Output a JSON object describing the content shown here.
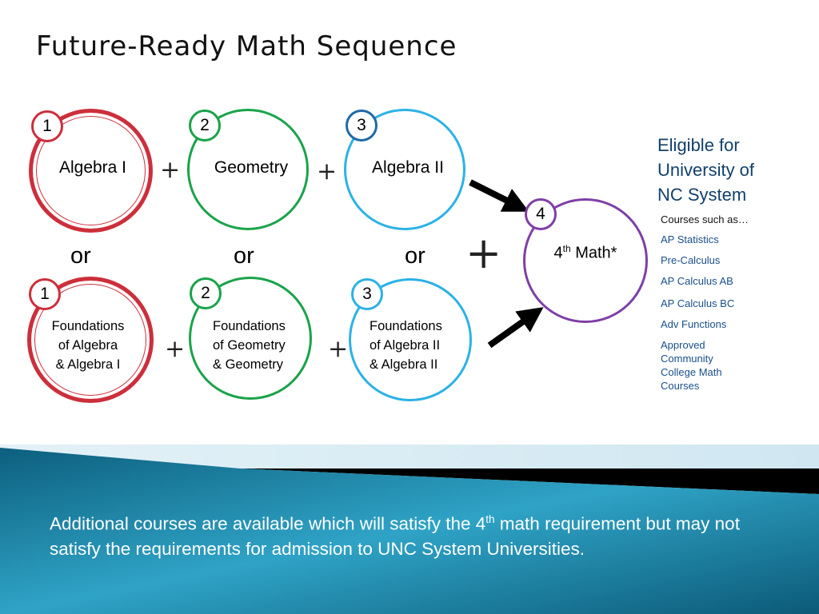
{
  "slide": {
    "title": "Future-Ready Math Sequence",
    "colors": {
      "red": "#cc2f3b",
      "green": "#1aa34a",
      "blue": "#2bb2e6",
      "purple": "#7e3fa6",
      "dark_blue": "#12406a"
    }
  },
  "diagram": {
    "top_row": [
      {
        "step": "1",
        "label": "Algebra I"
      },
      {
        "step": "2",
        "label": "Geometry"
      },
      {
        "step": "3",
        "label": "Algebra II"
      }
    ],
    "bottom_row": [
      {
        "step": "1",
        "line1": "Foundations",
        "line2": "of Algebra",
        "line3": "& Algebra I"
      },
      {
        "step": "2",
        "line1": "Foundations",
        "line2": "of Geometry",
        "line3": "& Geometry"
      },
      {
        "step": "3",
        "line1": "Foundations",
        "line2": "of Algebra II",
        "line3": "& Algebra II"
      }
    ],
    "fourth": {
      "step": "4",
      "label_pre": "4",
      "label_sup": "th",
      "label_post": " Math*"
    },
    "plus": "+",
    "or": "or"
  },
  "eligible": {
    "heading_lines": [
      "Eligible for",
      "University of",
      "NC System"
    ],
    "courses": [
      "Courses such as…",
      "AP Statistics",
      "Pre-Calculus",
      "AP Calculus AB",
      "AP Calculus BC",
      "Adv Functions",
      "Approved Community College Math Courses"
    ]
  },
  "footer": {
    "part1": "Additional courses are available which will satisfy the 4",
    "sup": "th",
    "part2": " math requirement but may not satisfy the requirements for admission to UNC System  Universities."
  }
}
